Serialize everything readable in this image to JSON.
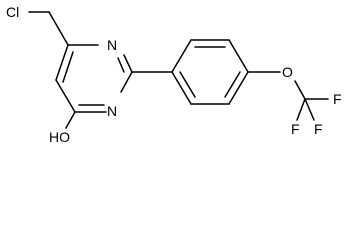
{
  "molecule": {
    "atoms": {
      "chlorine": "Cl",
      "ring_nitrogen_top": "N",
      "ring_nitrogen_bottom": "N",
      "hydroxyl": "HO",
      "ether_oxygen": "O",
      "fluorine_top": "F",
      "fluorine_right": "F",
      "fluorine_bottom": "F"
    }
  }
}
